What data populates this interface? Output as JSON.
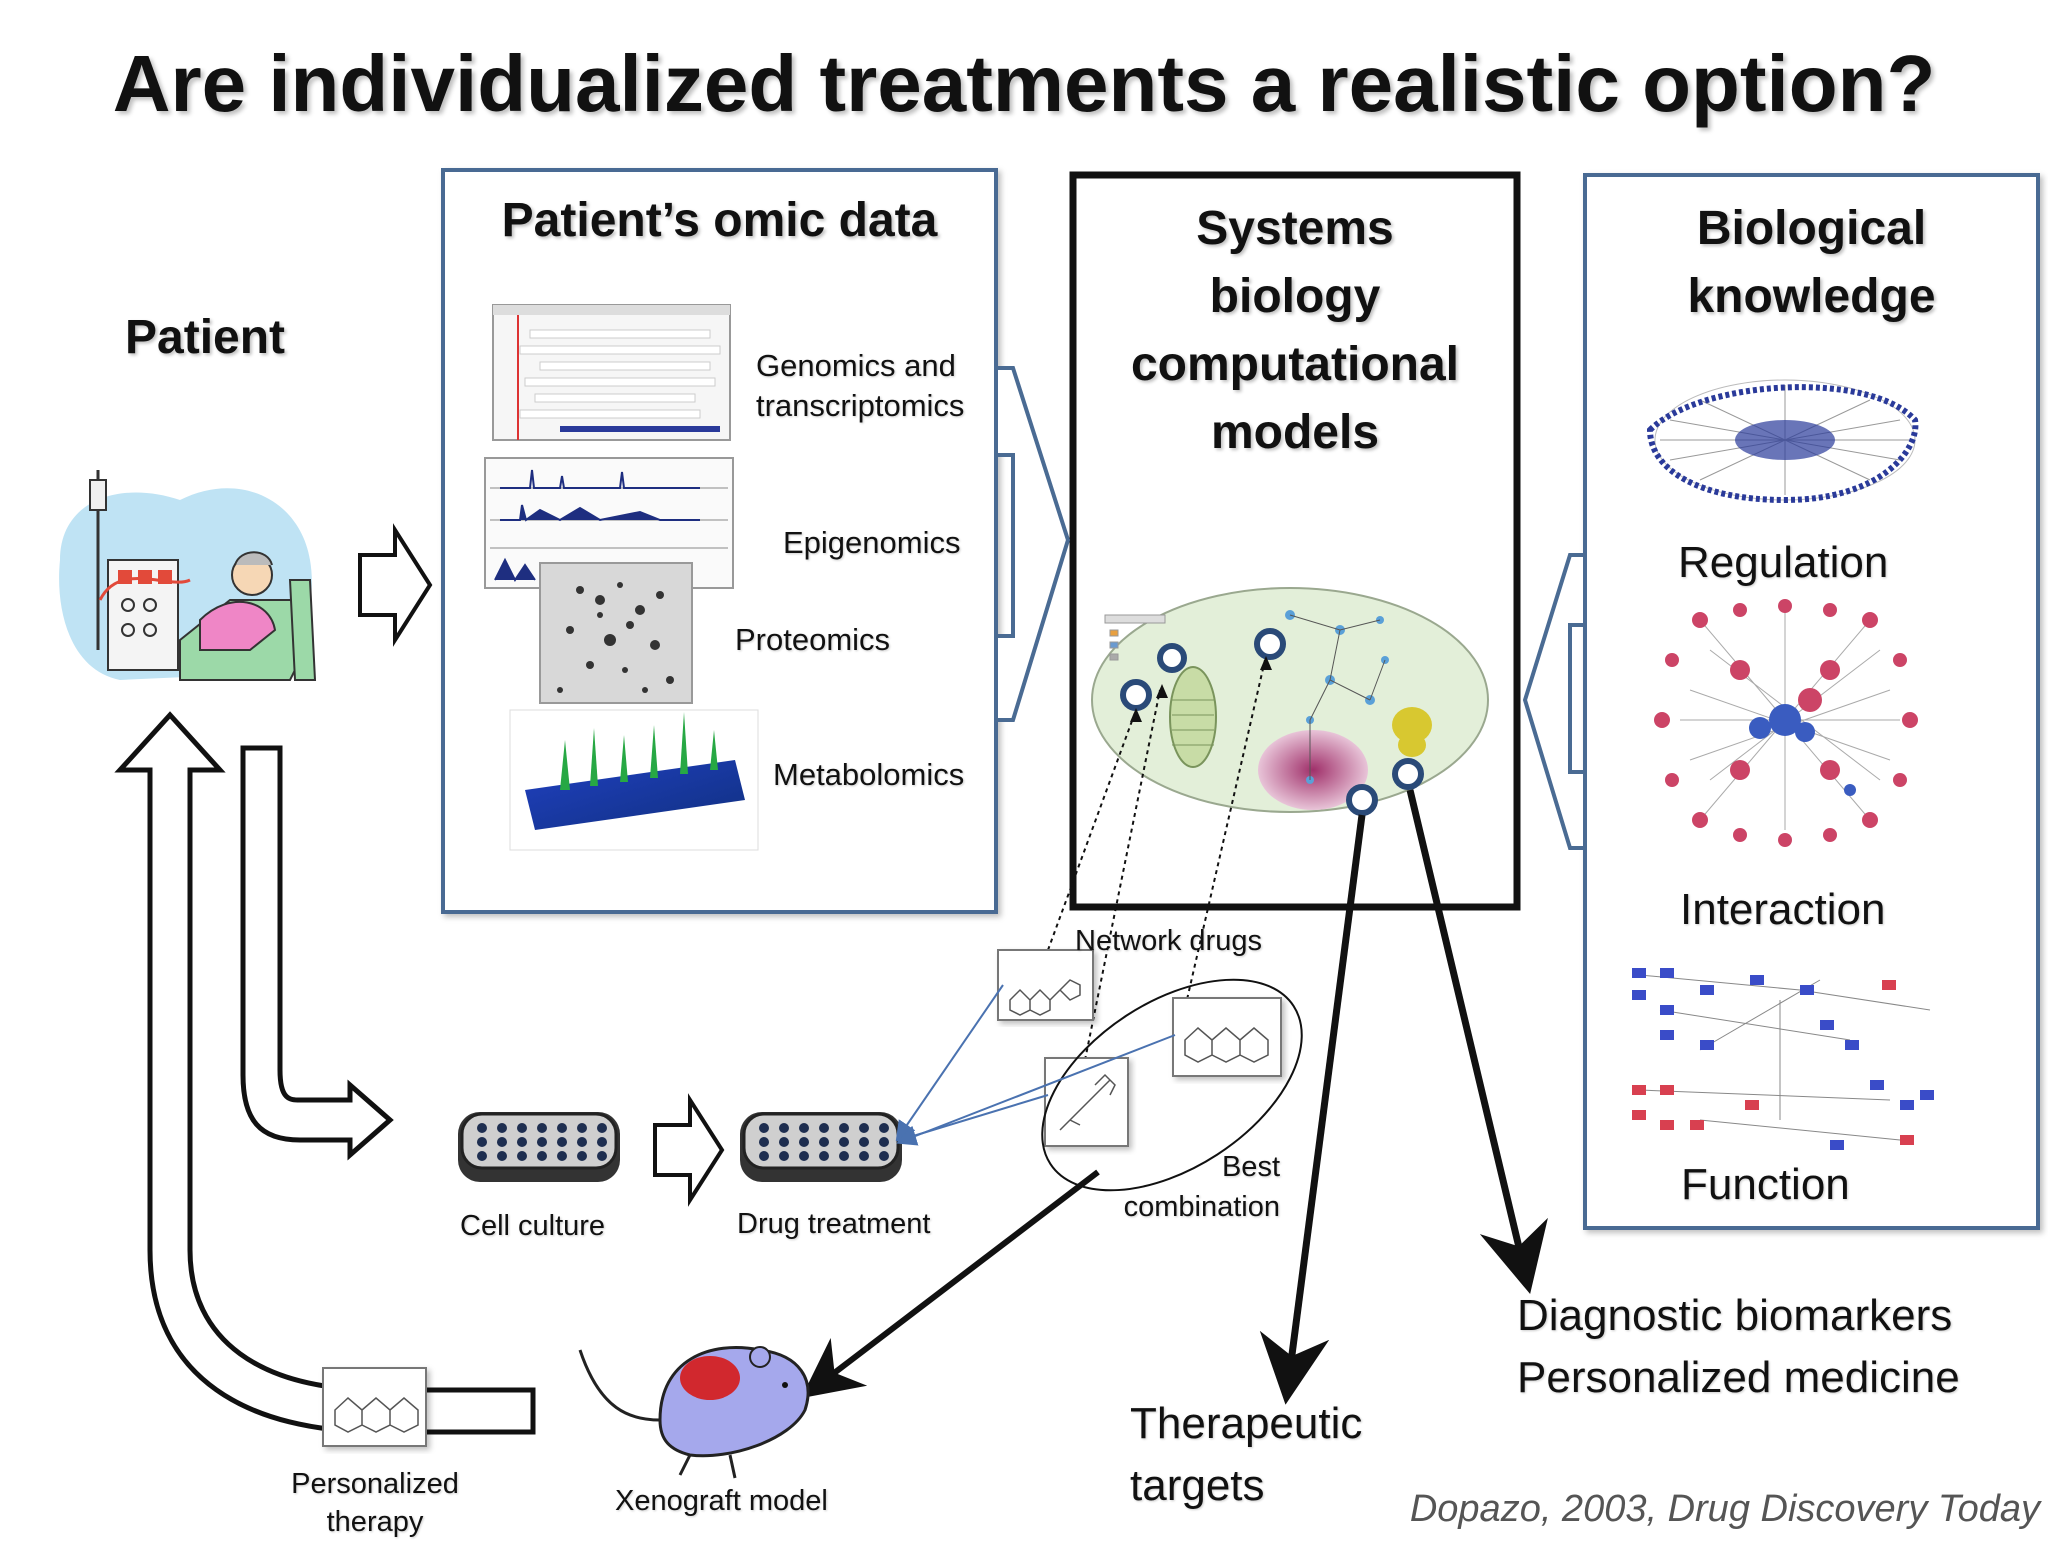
{
  "title": "Are individualized treatments a realistic option?",
  "patient_label": "Patient",
  "omic": {
    "heading": "Patient’s omic data",
    "items": [
      "Genomics and",
      "transcriptomics",
      "Epigenomics",
      "Proteomics",
      "Metabolomics"
    ]
  },
  "systems": {
    "heading_lines": [
      "Systems",
      "biology",
      "computational",
      "models"
    ]
  },
  "bio": {
    "heading_lines": [
      "Biological",
      "knowledge"
    ],
    "items": [
      "Regulation",
      "Interaction",
      "Function"
    ]
  },
  "lower": {
    "network_drugs": "Network drugs",
    "best_combination_lines": [
      "Best",
      "combination"
    ],
    "cell_culture": "Cell culture",
    "drug_treatment": "Drug treatment",
    "xenograft": "Xenograft model",
    "personalized_therapy_lines": [
      "Personalized",
      "therapy"
    ]
  },
  "outcomes": {
    "diagnostic_lines": [
      "Diagnostic biomarkers",
      "Personalized medicine"
    ],
    "therapeutic_lines": [
      "Therapeutic",
      "targets"
    ]
  },
  "citation": "Dopazo, 2003, Drug Discovery Today",
  "colors": {
    "panel_border": "#4a6b93",
    "systems_border": "#111111",
    "cell_fill": "#e3efd9",
    "network_pink": "#cc4466",
    "network_blue": "#2a3a9a"
  }
}
